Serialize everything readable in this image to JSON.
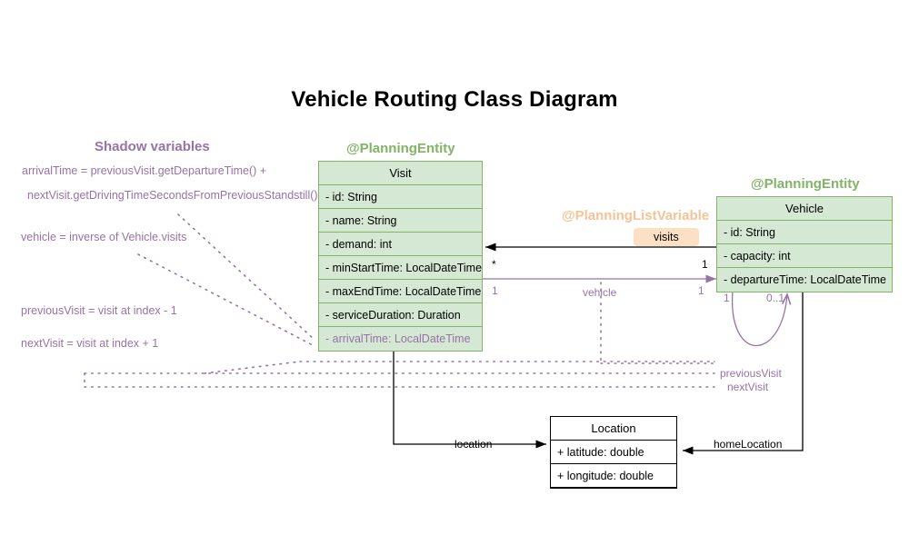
{
  "diagram": {
    "title": "Vehicle Routing Class Diagram",
    "type": "uml-class-diagram"
  },
  "colors": {
    "entity_fill": "#d5e8d4",
    "entity_stroke": "#82b366",
    "shadow_purple": "#9673a6",
    "list_variable_orange": "#f5c396",
    "badge_fill": "#fbe0c4",
    "plain_stroke": "#000000"
  },
  "shadow_panel": {
    "heading": "Shadow variables",
    "notes": [
      "arrivalTime = previousVisit.getDepartureTime() +",
      "nextVisit.getDrivingTimeSecondsFromPreviousStandstill()",
      "vehicle = inverse of Vehicle.visits",
      "previousVisit = visit at index - 1",
      "nextVisit = visit at index + 1"
    ]
  },
  "classes": {
    "visit": {
      "stereotype": "@PlanningEntity",
      "name": "Visit",
      "attributes": [
        "- id: String",
        "- name: String",
        "- demand: int",
        "- minStartTime: LocalDateTime",
        "- maxEndTime: LocalDateTime",
        "- serviceDuration: Duration"
      ],
      "shadow_attributes": [
        "- arrivalTime: LocalDateTime"
      ]
    },
    "vehicle": {
      "stereotype": "@PlanningEntity",
      "name": "Vehicle",
      "attributes": [
        "- id: String",
        "- capacity: int",
        "- departureTime: LocalDateTime"
      ]
    },
    "location": {
      "name": "Location",
      "attributes": [
        "+ latitude: double",
        "+ longitude: double"
      ]
    }
  },
  "relations": {
    "visits": {
      "stereotype": "@PlanningListVariable",
      "badge_label": "visits",
      "source_multiplicity": "*",
      "target_multiplicity": "1"
    },
    "vehicle": {
      "label": "vehicle",
      "source_multiplicity": "1",
      "target_multiplicity": "1"
    },
    "previous_visit": {
      "label": "previousVisit",
      "source_multiplicity": "1",
      "target_multiplicity": "0..1"
    },
    "next_visit": {
      "label": "nextVisit"
    },
    "location": {
      "label": "location"
    },
    "home_location": {
      "label": "homeLocation"
    }
  }
}
